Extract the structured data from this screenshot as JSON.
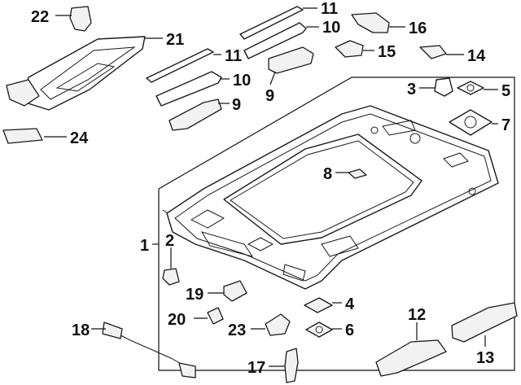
{
  "diagram": {
    "callouts": [
      "1",
      "2",
      "3",
      "4",
      "5",
      "6",
      "7",
      "8",
      "9",
      "10",
      "11",
      "12",
      "13",
      "14",
      "15",
      "16",
      "17",
      "18",
      "19",
      "20",
      "21",
      "22",
      "23",
      "24"
    ],
    "duplicate_callouts": [
      "9",
      "10",
      "11"
    ]
  }
}
